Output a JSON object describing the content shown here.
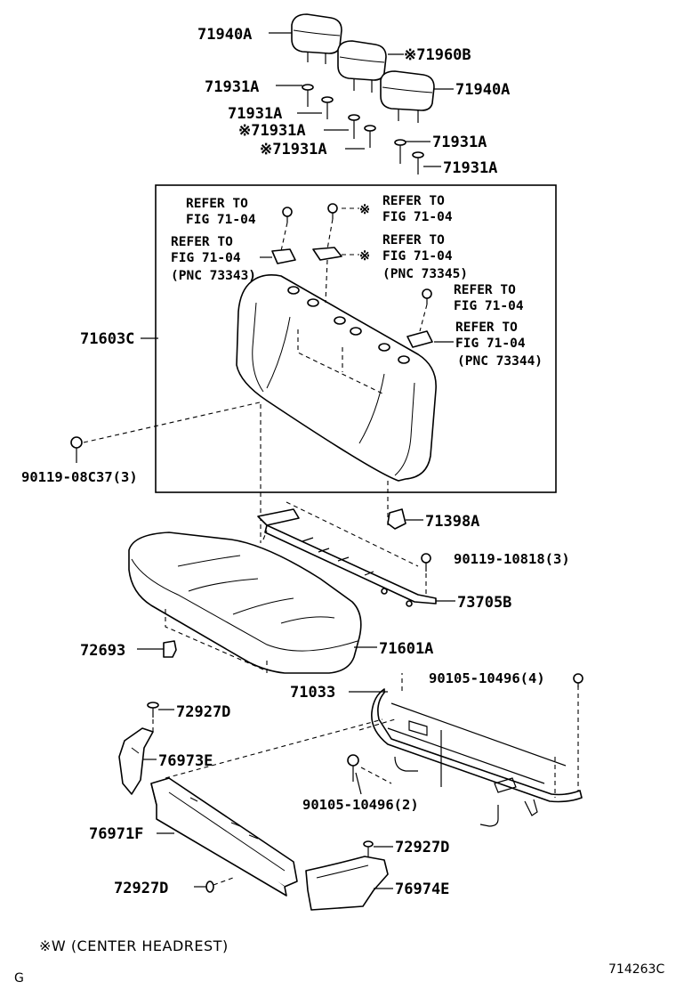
{
  "labels": {
    "headrest_a1": "71940A",
    "headrest_b": "※71960B",
    "headrest_a2": "71940A",
    "support_1": "71931A",
    "support_2": "71931A",
    "support_3": "※71931A",
    "support_4": "※71931A",
    "support_5": "71931A",
    "support_6": "71931A",
    "back_assy": "71603C",
    "bolt_back": "90119-08C37(3)",
    "hinge_cover": "71398A",
    "bolt_hinge": "90119-10818(3)",
    "lock_bracket": "73705B",
    "cushion_assy": "71601A",
    "clip": "72693",
    "bolt_frame": "90105-10496(4)",
    "frame": "71033",
    "screw_1": "72927D",
    "garnish_left": "76973E",
    "bolt_frame_2": "90105-10496(2)",
    "screw_2": "72927D",
    "cover_inner": "76971F",
    "screw_3": "72927D",
    "garnish_right": "76974E"
  },
  "refs": {
    "r1_line1": "REFER TO",
    "r1_line2": "FIG 71-04",
    "r2_line1": "REFER TO",
    "r2_line2": "FIG 71-04",
    "r2_mark": "※",
    "r3_line1": "REFER TO",
    "r3_line2": "FIG 71-04",
    "r3_line3": "(PNC 73343)",
    "r4_line1": "REFER TO",
    "r4_line2": "FIG 71-04",
    "r4_line3": "(PNC 73345)",
    "r4_mark": "※",
    "r5_line1": "REFER TO",
    "r5_line2": "FIG 71-04",
    "r6_line1": "REFER TO",
    "r6_line2": "FIG 71-04",
    "r6_line3": "(PNC 73344)"
  },
  "footer": {
    "legend": "※W (CENTER  HEADREST)",
    "corner_code": "G",
    "figure_id": "714263C"
  }
}
